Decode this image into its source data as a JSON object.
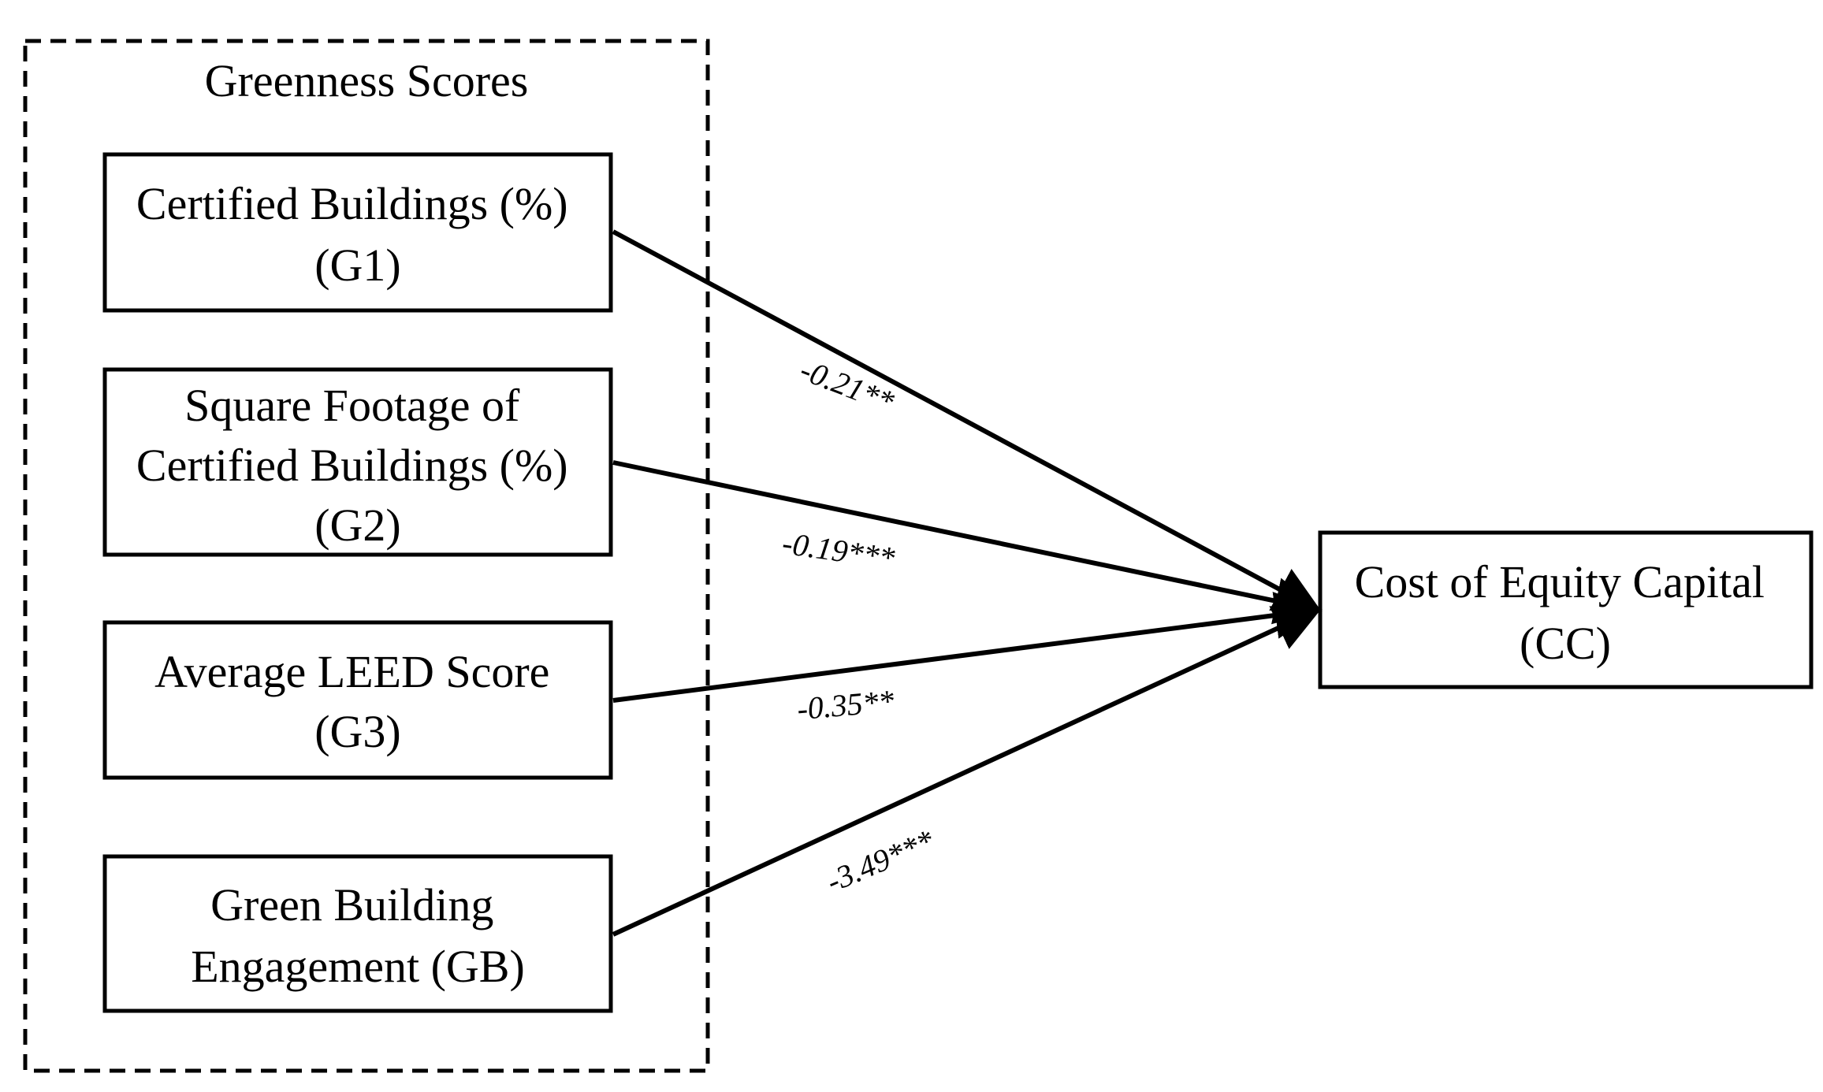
{
  "group": {
    "title": "Greenness Scores"
  },
  "nodes": {
    "g1": {
      "line1": "Certified Buildings (%)",
      "line2": "(G1)"
    },
    "g2": {
      "line1": "Square Footage of",
      "line2": "Certified Buildings (%)",
      "line3": "(G2)"
    },
    "g3": {
      "line1": "Average LEED Score",
      "line2": "(G3)"
    },
    "gb": {
      "line1": "Green Building",
      "line2": "Engagement (GB)"
    },
    "cc": {
      "line1": "Cost of Equity Capital",
      "line2": "(CC)"
    }
  },
  "edges": {
    "g1_cc": {
      "coefficient": "-0.21**"
    },
    "g2_cc": {
      "coefficient": "-0.19***"
    },
    "g3_cc": {
      "coefficient": "-0.35**"
    },
    "gb_cc": {
      "coefficient": "-3.49***"
    }
  },
  "colors": {
    "stroke": "#000000",
    "background": "#ffffff"
  }
}
